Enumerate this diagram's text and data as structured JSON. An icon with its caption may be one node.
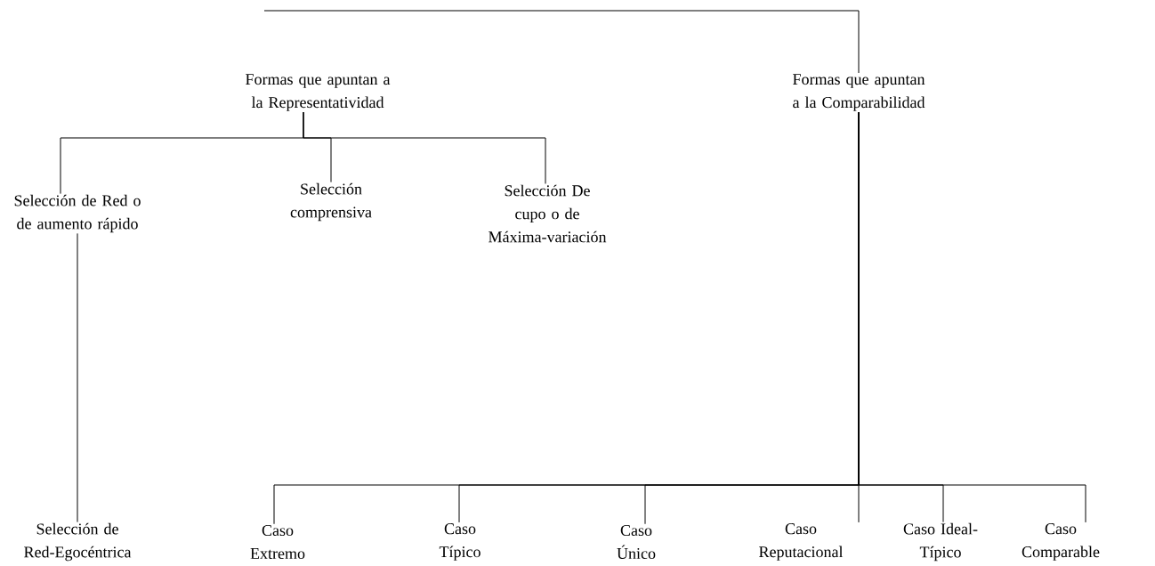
{
  "diagram": {
    "nodes": [
      {
        "text": [
          "Formas que apuntan a la Representatividad"
        ]
      },
      {
        "text": [
          "Formas que apuntan a la Comparabilidad"
        ]
      },
      {
        "text": [
          "Selección de Red o de aumento rápido"
        ]
      },
      {
        "text": [
          "Selección comprensiva"
        ]
      },
      {
        "text": [
          "Selección De cupo o de Máxima-variación"
        ]
      },
      {
        "text": [
          "Selección de Red-Egocéntrica"
        ]
      },
      {
        "text": [
          "Caso Extremo"
        ]
      },
      {
        "text": [
          "Caso Típico"
        ]
      },
      {
        "text": [
          "Caso Único"
        ]
      },
      {
        "text": [
          "Caso Reputacional"
        ]
      },
      {
        "text": [
          "Caso Ideal-Típico"
        ]
      },
      {
        "text": [
          "Caso Comparable"
        ]
      }
    ],
    "edges": [
      {
        "from": null,
        "to": 1,
        "arrow": "none"
      },
      {
        "from": 0,
        "to": 2,
        "arrow": "none"
      },
      {
        "from": 0,
        "to": 3,
        "arrow": "none"
      },
      {
        "from": 0,
        "to": 4,
        "arrow": "none"
      },
      {
        "from": 2,
        "to": 5,
        "arrow": "none"
      },
      {
        "from": 1,
        "to": 6,
        "arrow": "none"
      },
      {
        "from": 1,
        "to": 7,
        "arrow": "none"
      },
      {
        "from": 1,
        "to": 8,
        "arrow": "none"
      },
      {
        "from": 1,
        "to": 9,
        "arrow": "none"
      },
      {
        "from": 1,
        "to": 10,
        "arrow": "none"
      },
      {
        "from": 1,
        "to": 11,
        "arrow": "none"
      }
    ]
  }
}
